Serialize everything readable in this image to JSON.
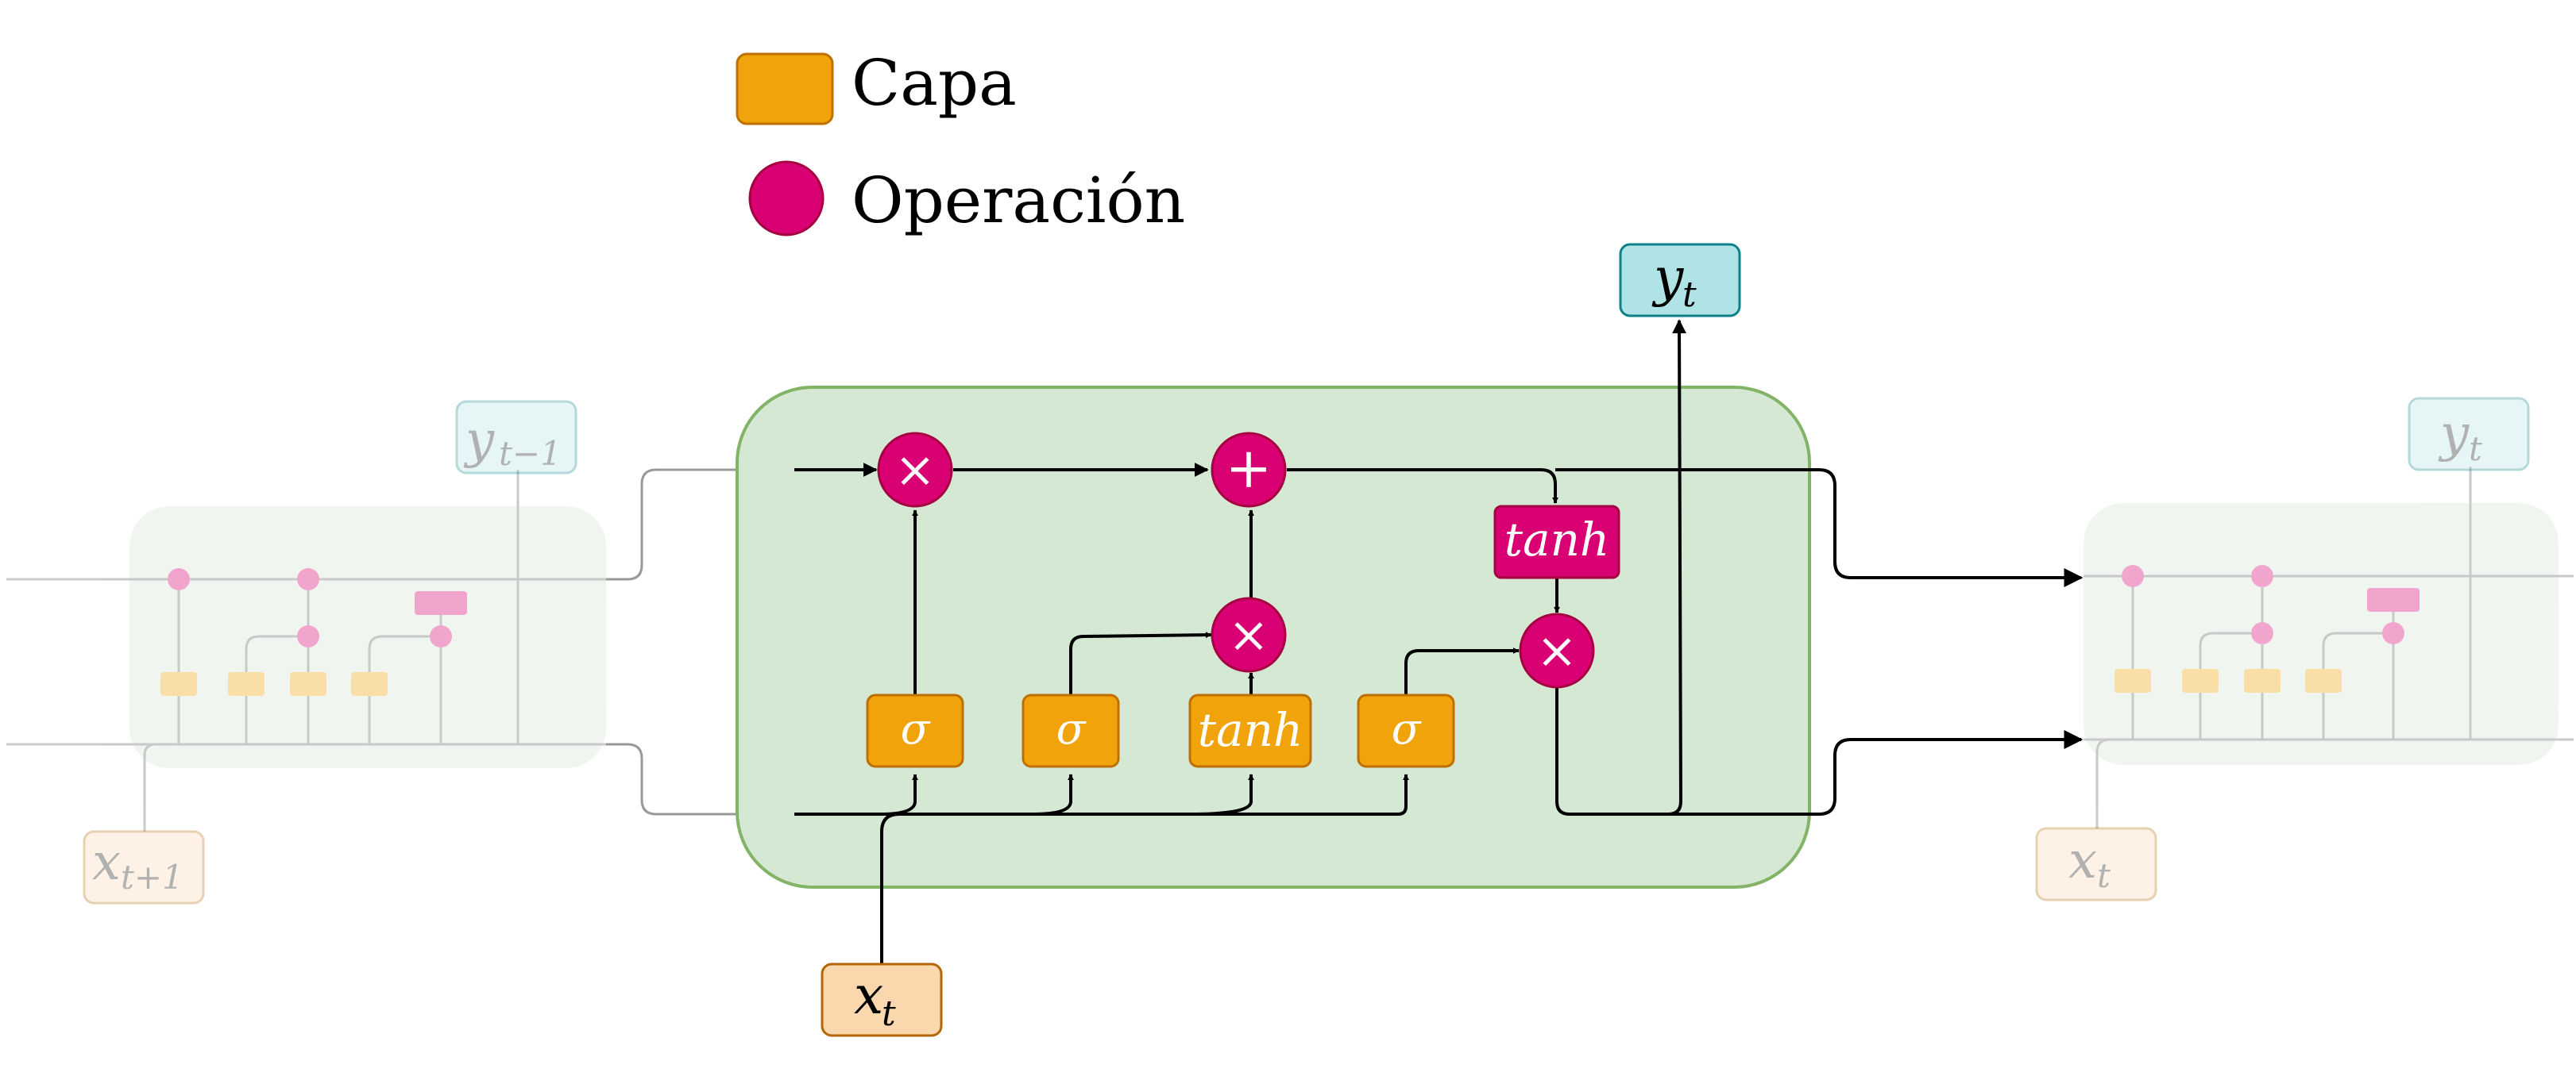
{
  "legend": {
    "layer_label": "Capa",
    "operation_label": "Operación"
  },
  "colors": {
    "layer_fill": "#F0A30A",
    "layer_stroke": "#BD7000",
    "operation_fill": "#D80073",
    "operation_stroke": "#A50040",
    "cell_fill": "#D5E8D4",
    "cell_stroke": "#82B366",
    "output_fill": "#B0E3E6",
    "output_stroke": "#0E8088",
    "input_fill": "#FAD7AC",
    "input_stroke": "#B46504"
  },
  "cell": {
    "gates": [
      "σ",
      "σ",
      "tanh",
      "σ"
    ],
    "op_multiply": "×",
    "op_add": "+",
    "state_tanh": "tanh"
  },
  "input": {
    "main": "x",
    "main_sub": "t"
  },
  "output": {
    "main": "y",
    "main_sub": "t"
  },
  "left_ghost": {
    "input": "x",
    "input_sub": "t+1",
    "output": "y",
    "output_sub": "t−1"
  },
  "right_ghost": {
    "input": "x",
    "input_sub": "t",
    "output": "y",
    "output_sub": "t"
  }
}
